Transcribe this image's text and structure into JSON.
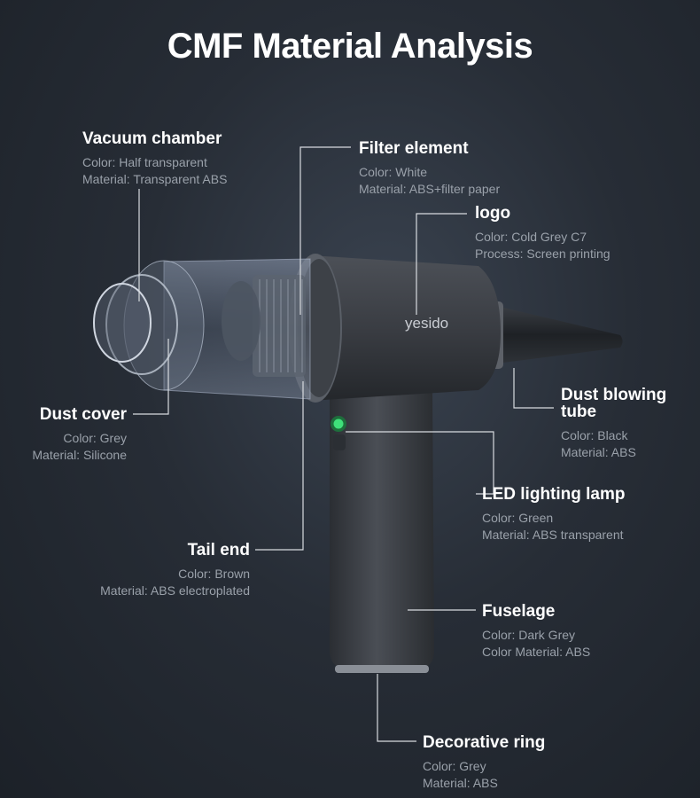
{
  "title": "CMF Material Analysis",
  "logo_text": "yesido",
  "parts": {
    "vacuum_chamber": {
      "name": "Vacuum chamber",
      "line1": "Color: Half transparent",
      "line2": "Material: Transparent ABS"
    },
    "filter_element": {
      "name": "Filter element",
      "line1": "Color: White",
      "line2": "Material: ABS+filter paper"
    },
    "logo": {
      "name": "logo",
      "line1": "Color: Cold Grey C7",
      "line2": "Process: Screen printing"
    },
    "dust_blowing_tube": {
      "name_line1": "Dust blowing",
      "name_line2": "tube",
      "line1": "Color: Black",
      "line2": "Material: ABS"
    },
    "dust_cover": {
      "name": "Dust cover",
      "line1": "Color: Grey",
      "line2": "Material: Silicone"
    },
    "led_lamp": {
      "name": "LED lighting lamp",
      "line1": "Color: Green",
      "line2": "Material: ABS transparent"
    },
    "tail_end": {
      "name": "Tail end",
      "line1": "Color: Brown",
      "line2": "Material: ABS electroplated"
    },
    "fuselage": {
      "name": "Fuselage",
      "line1": "Color: Dark Grey",
      "line2": "Color Material: ABS"
    },
    "decorative_ring": {
      "name": "Decorative ring",
      "line1": "Color: Grey",
      "line2": "Material: ABS"
    }
  },
  "colors": {
    "background": "#272d36",
    "led": "#3fe07a",
    "body": "#3b3f45"
  }
}
